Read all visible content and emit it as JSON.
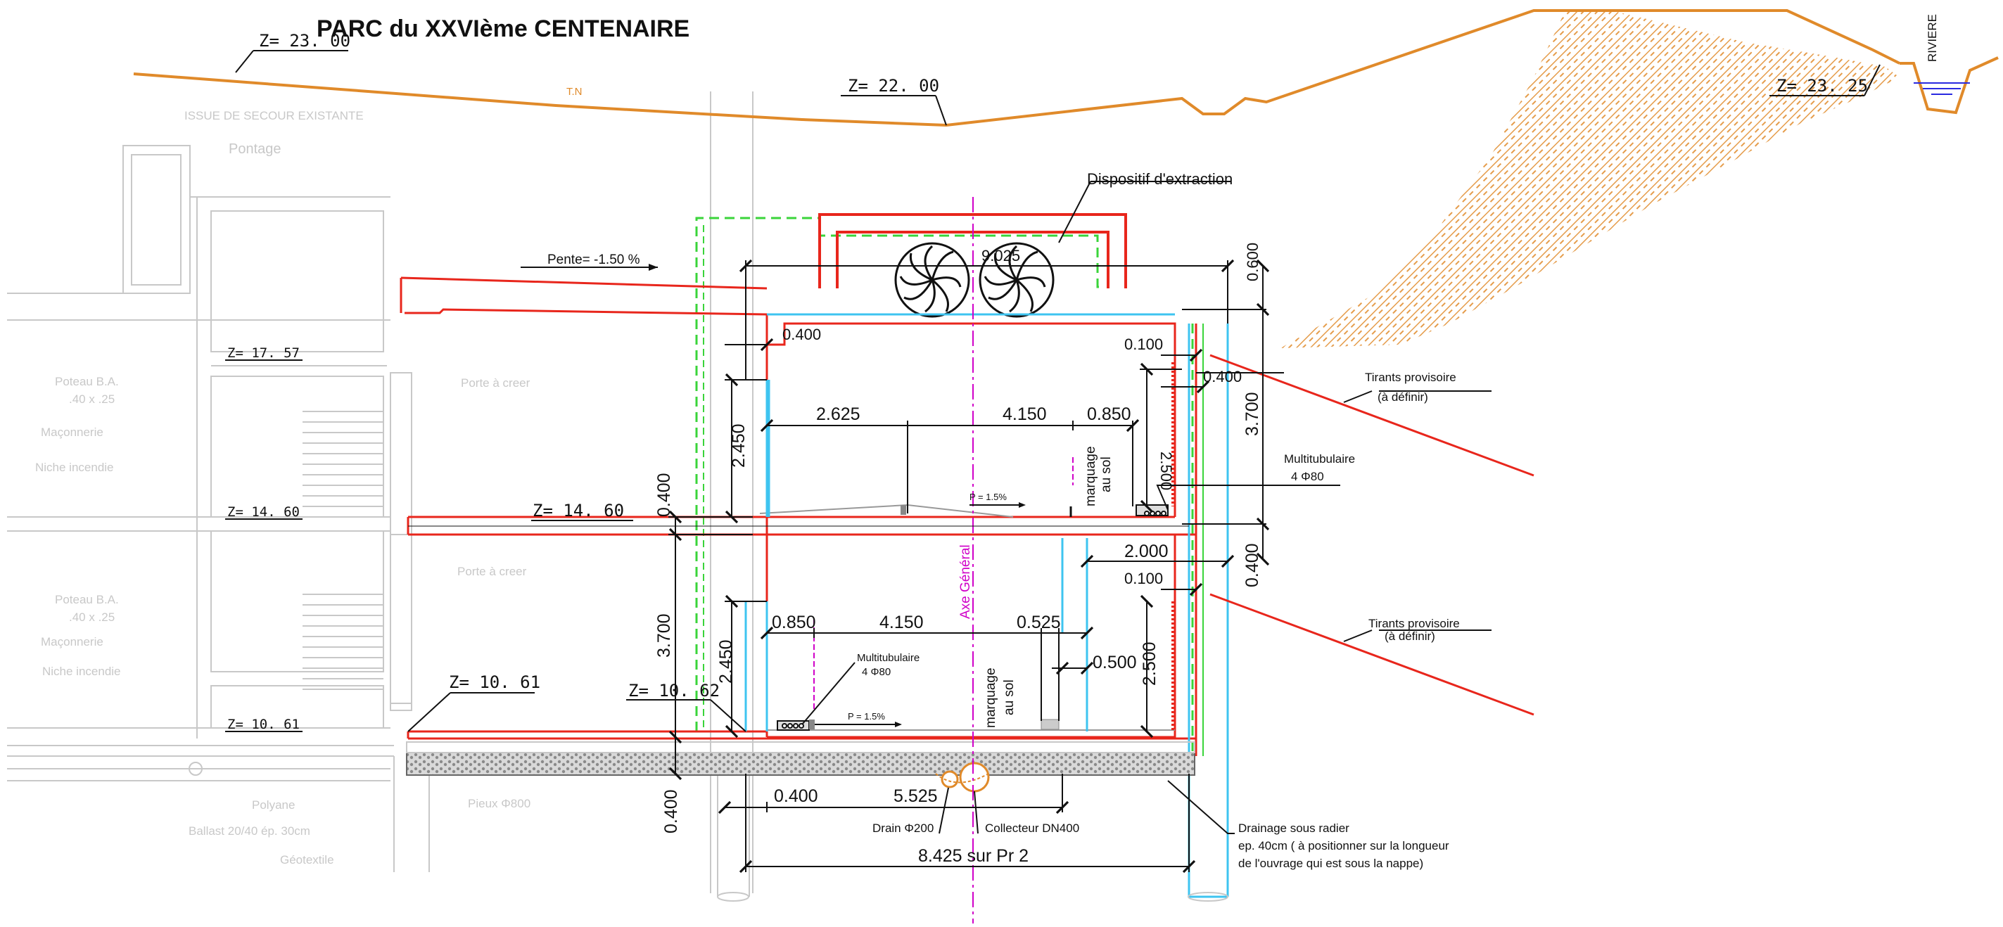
{
  "title": "PARC du XXVIème CENTENAIRE",
  "levels": {
    "z_23_00": "Z=  23. 00",
    "z_22_00": "Z=  22. 00",
    "z_23_25": "Z=  23. 25",
    "z_17_57": "Z=  17. 57",
    "z_14_60_small": "Z=  14. 60",
    "z_14_60": "Z=  14. 60",
    "z_10_61_small": "Z=  10. 61",
    "z_10_61": "Z=  10. 61",
    "z_10_62": "Z=  10. 62"
  },
  "terrain": {
    "tn": "T.N",
    "riviere": "RIVIERE"
  },
  "existing_building": {
    "issue_secours": "ISSUE DE SECOUR EXISTANTE",
    "pontage": "Pontage",
    "poteau_1": "Poteau B.A.",
    "poteau_1_dim": ".40 x .25",
    "maconnerie_1": "Maçonnerie",
    "niche_1": "Niche incendie",
    "porte_1": "Porte à creer",
    "poteau_2": "Poteau B.A.",
    "poteau_2_dim": ".40 x .25",
    "maconnerie_2": "Maçonnerie",
    "niche_2": "Niche incendie",
    "porte_2": "Porte à creer",
    "polyane": "Polyane",
    "ballast": "Ballast 20/40 ép. 30cm",
    "geotextile": "Géotextile",
    "pieux": "Pieux Φ800"
  },
  "annotations": {
    "dispositif": "Dispositif d'extraction",
    "pente": "Pente= -1.50 %",
    "tirants_1": "Tirants provisoire",
    "tirants_1_sub": "(à définir)",
    "tirants_2": "Tirants provisoire",
    "tirants_2_sub": "(à définir)",
    "multitub_upper": "Multitubulaire",
    "multitub_upper_sub": "4 Φ80",
    "multitub_lower": "Multitubulaire",
    "multitub_lower_sub": "4 Φ80",
    "marquage_upper_1": "marquage",
    "marquage_upper_2": "au sol",
    "marquage_lower_1": "marquage",
    "marquage_lower_2": "au sol",
    "axe": "Axe Général",
    "slope_upper": "P = 1.5%",
    "slope_lower": "P = 1.5%",
    "drain": "Drain Φ200",
    "collecteur": "Collecteur DN400",
    "drainage_1": "Drainage sous radier",
    "drainage_2": "ep. 40cm ( à positionner sur la longueur",
    "drainage_3": "de l'ouvrage qui est sous la nappe)"
  },
  "dimensions": {
    "d9025": "9.025",
    "d0600": "0.600",
    "d0400_top": "0.400",
    "d0100_top": "0.100",
    "d0400_right_top": "0.400",
    "d3700_right": "3.700",
    "d2625": "2.625",
    "d4150_upper": "4.150",
    "d0850_upper": "0.850",
    "d2500_upper": "2.500",
    "d2450_upper": "2.450",
    "d0400_mid_left": "0.400",
    "d2000": "2.000",
    "d0100_mid": "0.100",
    "d0400_right_mid": "0.400",
    "d3700_left": "3.700",
    "d0850_lower": "0.850",
    "d4150_lower": "4.150",
    "d0525": "0.525",
    "d0500": "0.500",
    "d2500_lower": "2.500",
    "d2450_lower": "2.450",
    "d0400_bottom_left": "0.400",
    "d0400_bottom": "0.400",
    "d5525": "5.525",
    "d8425": "8.425 sur Pr 2"
  },
  "colors": {
    "terrain": "#e08a2a",
    "structure": "#e8261c",
    "wall_blue": "#3ec4f0",
    "green_dashed": "#3ad43a",
    "axis_magenta": "#d000c8",
    "existing_grey": "#c8c8c8"
  }
}
